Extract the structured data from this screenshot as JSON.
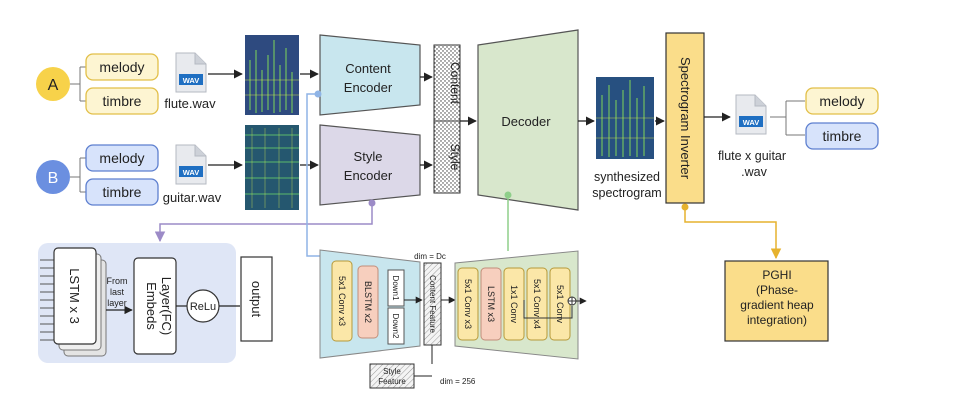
{
  "source_a": {
    "letter": "A",
    "melody": "melody",
    "timbre": "timbre",
    "file": "flute.wav",
    "wav_tag": "WAV"
  },
  "source_b": {
    "letter": "B",
    "melody": "melody",
    "timbre": "timbre",
    "file": "guitar.wav",
    "wav_tag": "WAV"
  },
  "content_encoder": {
    "line1": "Content",
    "line2": "Encoder"
  },
  "style_encoder": {
    "line1": "Style",
    "line2": "Encoder"
  },
  "content_code": "Content",
  "style_code": "Style",
  "decoder": "Decoder",
  "synth": {
    "line1": "synthesized",
    "line2": "spectrogram"
  },
  "inverter": "Spectrogram Inverter",
  "output": {
    "file_line1": "flute x guitar",
    "file_line2": ".wav",
    "melody": "melody",
    "timbre": "timbre",
    "wav_tag": "WAV"
  },
  "pghi": {
    "line1": "PGHI",
    "line2": "(Phase-",
    "line3": "gradient heap",
    "line4": "integration)"
  },
  "style_detail": {
    "lstm": "LSTM x 3",
    "from_last": [
      "From",
      "last",
      "layer"
    ],
    "embeds": [
      "Embeds",
      "Layer(FC)"
    ],
    "relu": "ReLu",
    "output": "output"
  },
  "content_detail": {
    "conv": "5x1 Conv x3",
    "blstm": "BLSTM x2",
    "down1": "Down1",
    "down2": "Down2",
    "feature": "Content Feature",
    "dim_top": "dim = Dc",
    "style_feature": [
      "Style",
      "Feature"
    ],
    "dim_bottom": "dim = 256"
  },
  "decoder_detail": {
    "conv1": "5x1 Conv x3",
    "lstm": "LSTM x3",
    "conv2": "1x1 Conv",
    "conv3": "5x1 Conv x4",
    "conv4": "5x1 Conv"
  },
  "colors": {
    "source_a": "#f7d24a",
    "source_b": "#6b8fe0",
    "tan_box": "#fdf5d2",
    "tan_stroke": "#e2bf48",
    "blue_box": "#d7e3fb",
    "blue_stroke": "#5d7fcf",
    "content_encoder": "#c8e6ee",
    "style_encoder": "#dcd8e8",
    "decoder": "#d8e7cc",
    "inverter": "#fadd8a",
    "pghi": "#fadd8a",
    "conv_block": "#fbe7a8",
    "lstm_block": "#f7cfbe"
  }
}
